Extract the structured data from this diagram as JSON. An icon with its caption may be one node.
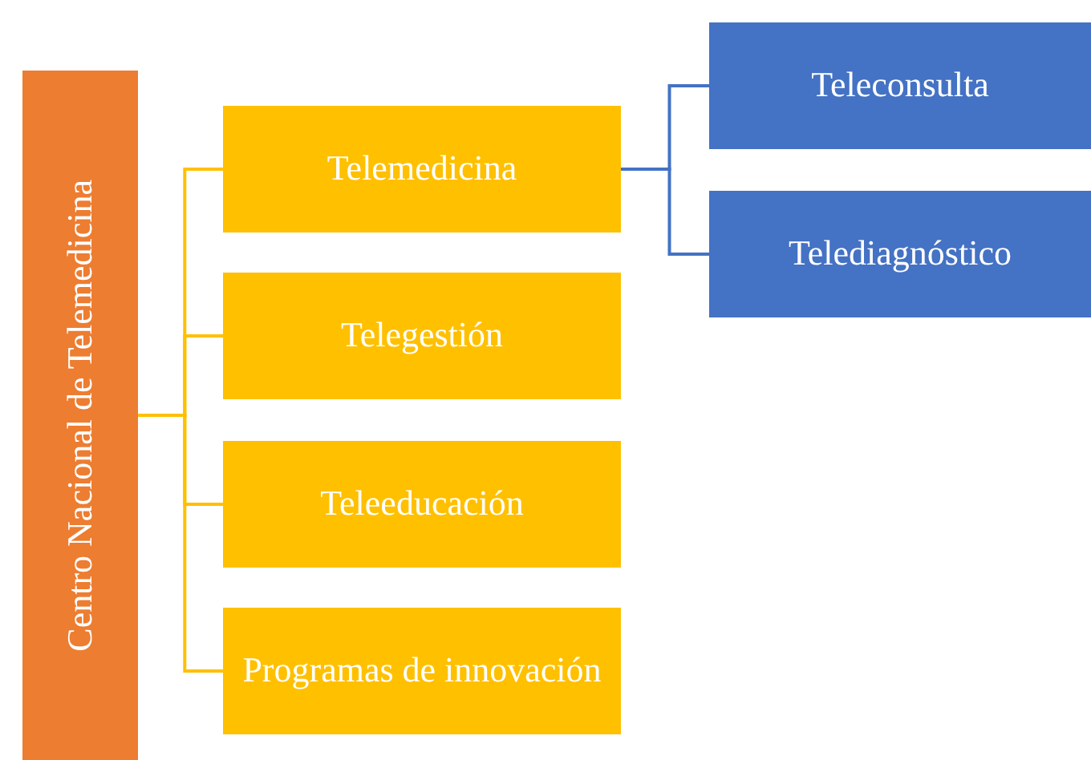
{
  "diagram": {
    "nodes": [
      {
        "text": [
          "Centro Nacional de Telemedicina"
        ]
      },
      {
        "text": [
          "Telemedicina"
        ]
      },
      {
        "text": [
          "Telegestión"
        ]
      },
      {
        "text": [
          "Teleeducación"
        ]
      },
      {
        "text": [
          "Programas de innovación"
        ]
      },
      {
        "text": [
          "Teleconsulta"
        ]
      },
      {
        "text": [
          "Telediagnóstico"
        ]
      }
    ],
    "edges": [
      {
        "from": 0,
        "to": 1,
        "arrow": "none"
      },
      {
        "from": 0,
        "to": 2,
        "arrow": "none"
      },
      {
        "from": 0,
        "to": 3,
        "arrow": "none"
      },
      {
        "from": 0,
        "to": 4,
        "arrow": "none"
      },
      {
        "from": 1,
        "to": 5,
        "arrow": "none",
        "color": "#4472c4"
      },
      {
        "from": 1,
        "to": 6,
        "arrow": "none",
        "color": "#4472c4"
      }
    ]
  }
}
